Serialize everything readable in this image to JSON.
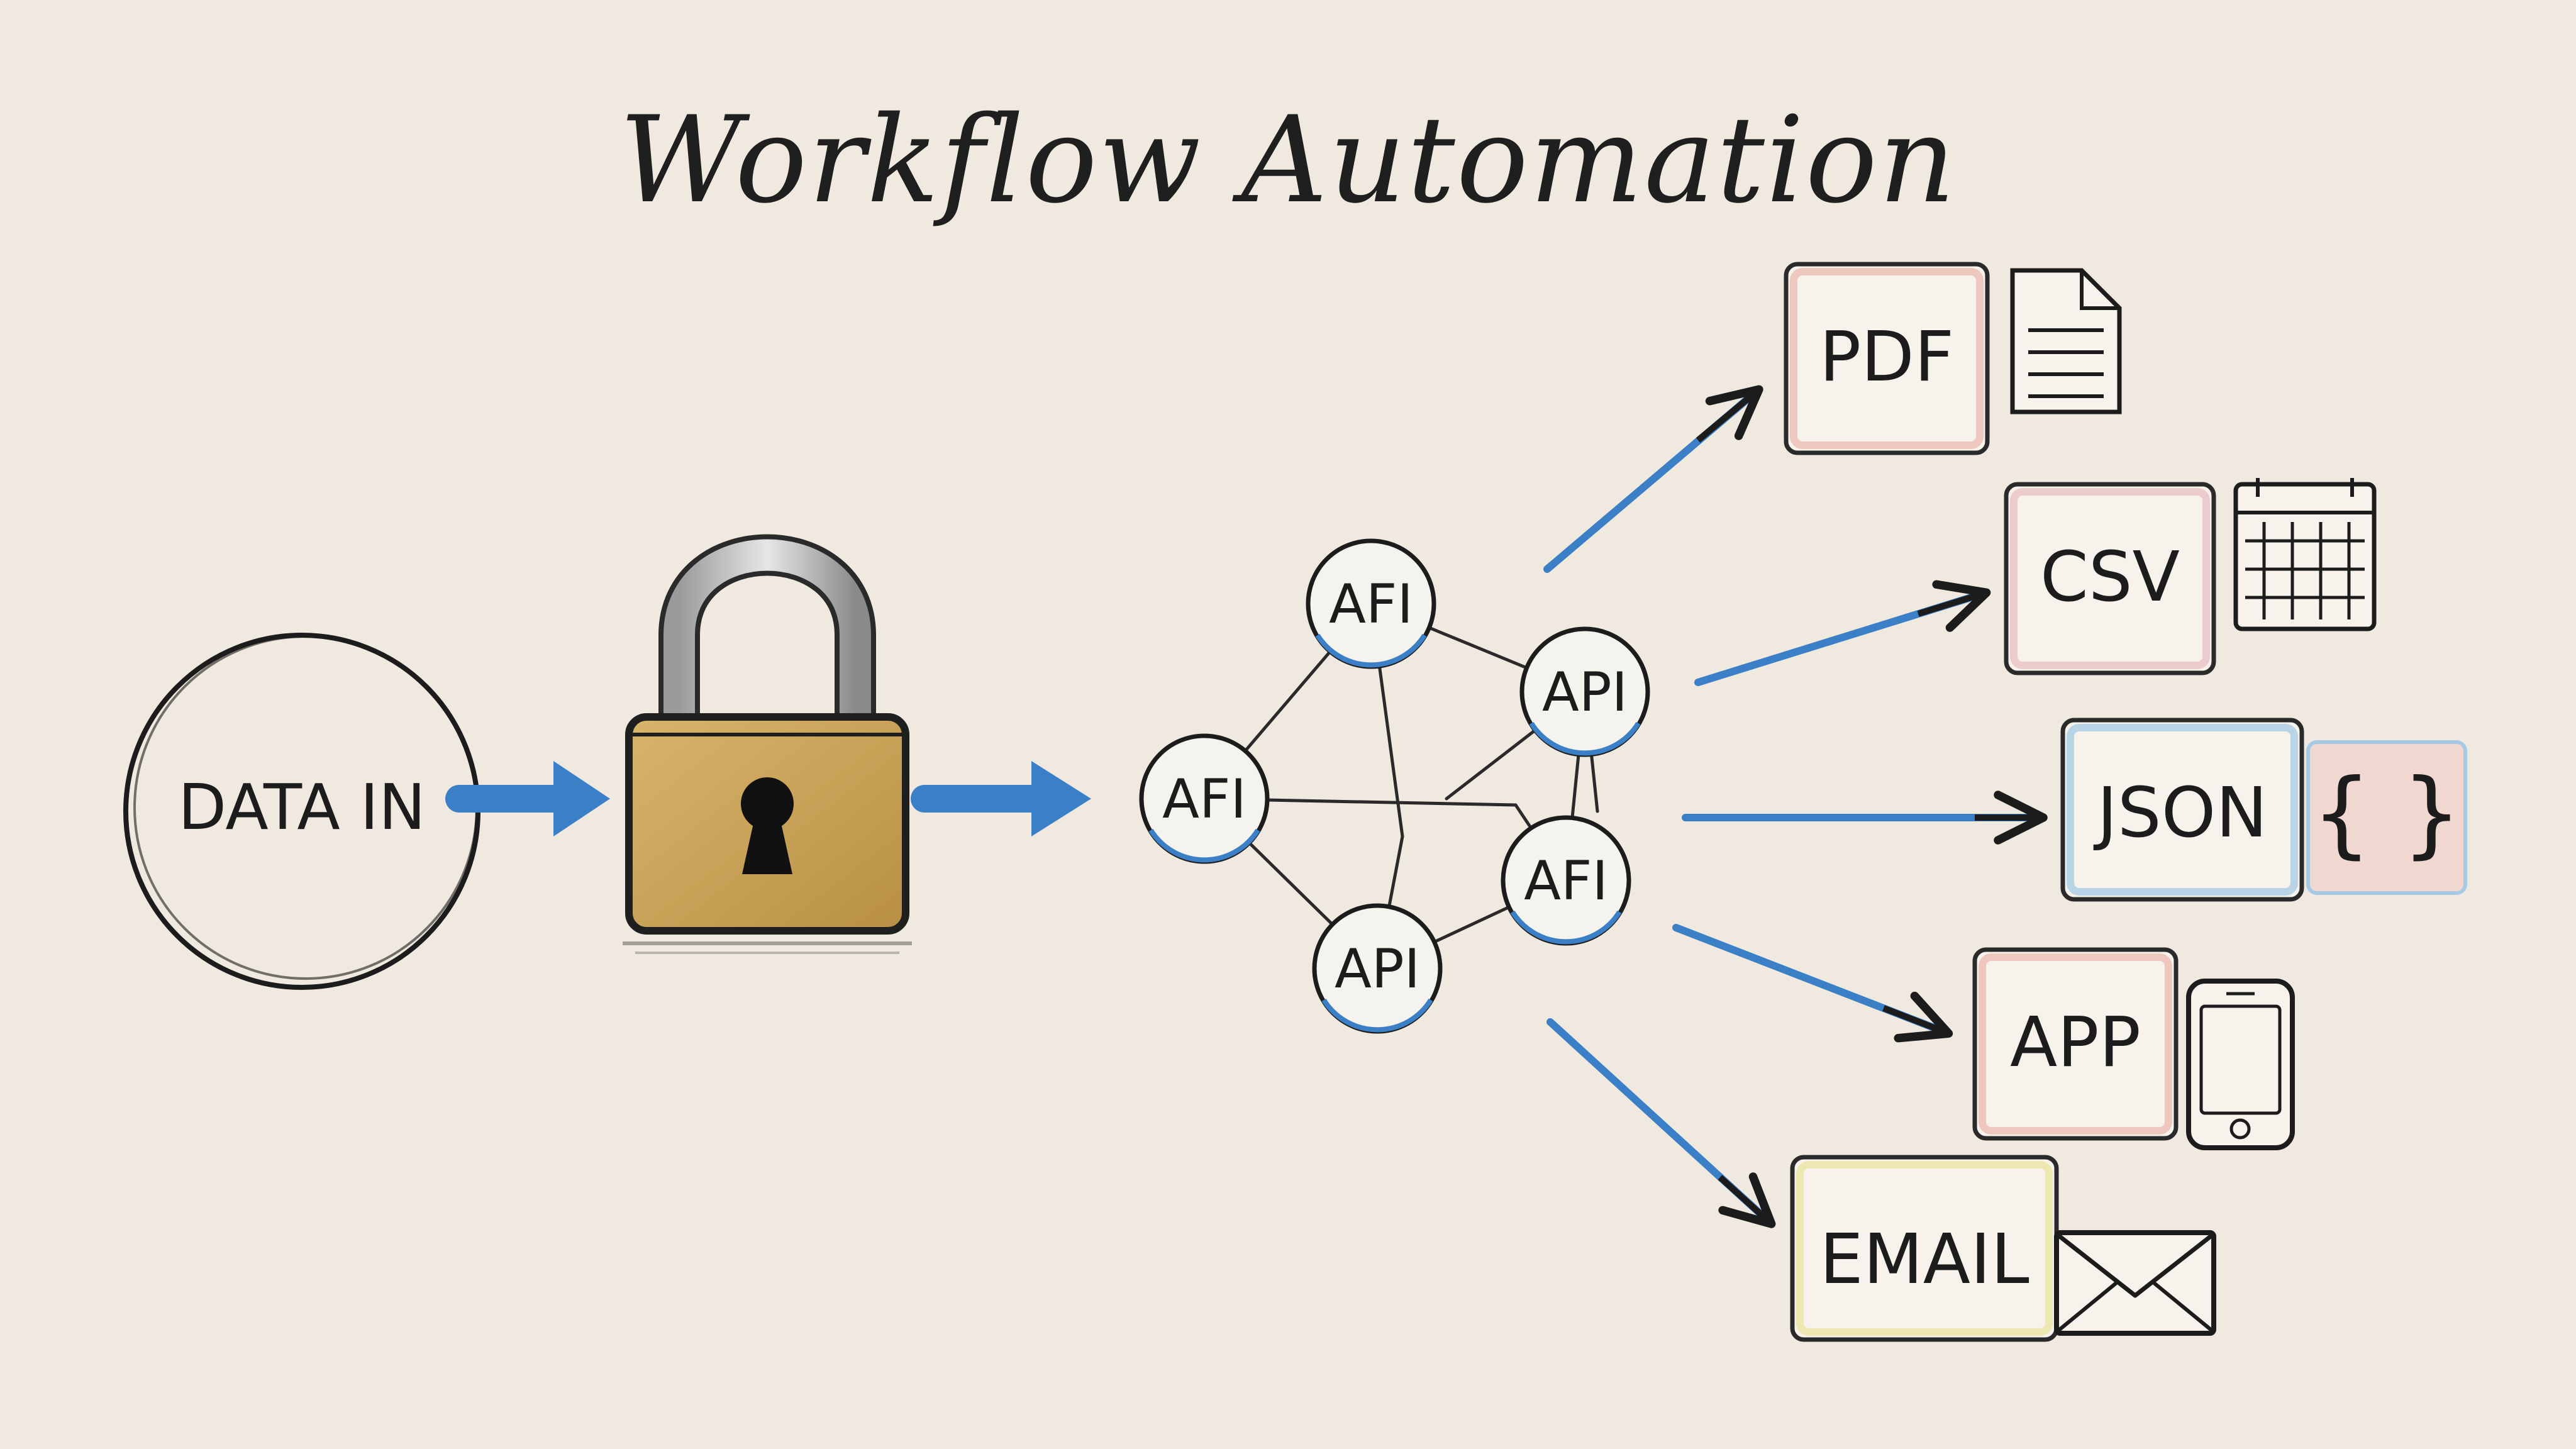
{
  "title": "Workflow Automation",
  "input": {
    "label": "DATA IN"
  },
  "network": {
    "nodes": [
      {
        "id": "n-top",
        "label": "AFI"
      },
      {
        "id": "n-left",
        "label": "AFI"
      },
      {
        "id": "n-right-top",
        "label": "API"
      },
      {
        "id": "n-right-mid",
        "label": "AFI"
      },
      {
        "id": "n-bottom",
        "label": "API"
      }
    ]
  },
  "outputs": [
    {
      "label": "PDF",
      "icon": "document-icon",
      "accent": "#e9b3ad"
    },
    {
      "label": "CSV",
      "icon": "calendar-grid-icon",
      "accent": "#e7b9c2"
    },
    {
      "label": "JSON",
      "icon": "curly-braces-icon",
      "accent": "#9fc6e6"
    },
    {
      "label": "APP",
      "icon": "smartphone-icon",
      "accent": "#e9b3ad"
    },
    {
      "label": "EMAIL",
      "icon": "envelope-icon",
      "accent": "#e8e19a"
    }
  ],
  "colors": {
    "background": "#efe9df",
    "arrow": "#3b7fc7",
    "lock_body": "#c9a35a",
    "ink": "#1c1c1c"
  },
  "json_icon_text": "{ }"
}
